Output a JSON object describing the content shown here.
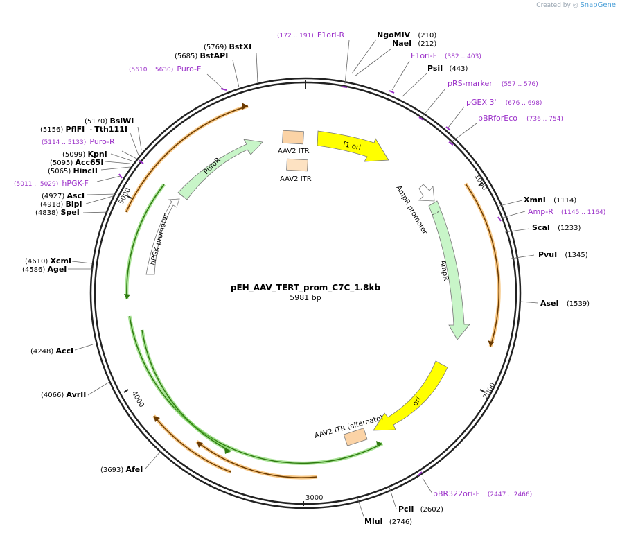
{
  "credit": {
    "prefix": "Created by",
    "brand": "SnapGene"
  },
  "map": {
    "name": "pEH_AAV_TERT_prom_C7C_1.8kb",
    "length_label": "5981 bp",
    "length_bp": 5981,
    "ticks": [
      "1000",
      "2000",
      "3000",
      "4000",
      "5000"
    ]
  },
  "colors": {
    "enzyme": "#000000",
    "primer": "#9b30c9",
    "feature_yellow": "#ffff00",
    "feature_green": "#c8f5c8",
    "feature_orange": "#fbd3a6",
    "feature_white": "#ffffff",
    "orf_orange": "#f0a030",
    "orf_green": "#45a020"
  },
  "enzymes": [
    {
      "name": "BstXI",
      "pos": "(5769)"
    },
    {
      "name": "BstAPI",
      "pos": "(5685)"
    },
    {
      "name": "NgoMIV",
      "pos": "(210)"
    },
    {
      "name": "NaeI",
      "pos": "(212)"
    },
    {
      "name": "PsiI",
      "pos": "(443)"
    },
    {
      "name": "BsiWI",
      "pos": "(5170)"
    },
    {
      "name": "PflFI",
      "pos": "(5156)"
    },
    {
      "name": "Tth111I",
      "pos": "- "
    },
    {
      "name": "KpnI",
      "pos": "(5099)"
    },
    {
      "name": "Acc65I",
      "pos": "(5095)"
    },
    {
      "name": "HincII",
      "pos": "(5065)"
    },
    {
      "name": "AscI",
      "pos": "(4927)"
    },
    {
      "name": "BlpI",
      "pos": "(4918)"
    },
    {
      "name": "SpeI",
      "pos": "(4838)"
    },
    {
      "name": "XcmI",
      "pos": "(4610)"
    },
    {
      "name": "AgeI",
      "pos": "(4586)"
    },
    {
      "name": "AccI",
      "pos": "(4248)"
    },
    {
      "name": "AvrII",
      "pos": "(4066)"
    },
    {
      "name": "AfeI",
      "pos": "(3693)"
    },
    {
      "name": "MluI",
      "pos": "(2746)"
    },
    {
      "name": "PciI",
      "pos": "(2602)"
    },
    {
      "name": "XmnI",
      "pos": "(1114)"
    },
    {
      "name": "ScaI",
      "pos": "(1233)"
    },
    {
      "name": "PvuI",
      "pos": "(1345)"
    },
    {
      "name": "AseI",
      "pos": "(1539)"
    }
  ],
  "primers": [
    {
      "name": "F1ori-R",
      "range": "(172 .. 191)"
    },
    {
      "name": "Puro-F",
      "range": "(5610 .. 5630)"
    },
    {
      "name": "F1ori-F",
      "range": "(382 .. 403)"
    },
    {
      "name": "pRS-marker",
      "range": "(557 .. 576)"
    },
    {
      "name": "pGEX 3'",
      "range": "(676 .. 698)"
    },
    {
      "name": "pBRforEco",
      "range": "(736 .. 754)"
    },
    {
      "name": "Puro-R",
      "range": "(5114 .. 5133)"
    },
    {
      "name": "hPGK-F",
      "range": "(5011 .. 5029)"
    },
    {
      "name": "Amp-R",
      "range": "(1145 .. 1164)"
    },
    {
      "name": "pBR322ori-F",
      "range": "(2447 .. 2466)"
    }
  ],
  "features": {
    "f1_ori": "f1 ori",
    "aav2_itr_1": "AAV2 ITR",
    "aav2_itr_2": "AAV2 ITR",
    "ampr_promoter": "AmpR promoter",
    "ampr": "AmpR",
    "ori": "ori",
    "aav2_itr_alt": "AAV2 ITR (alternate)",
    "hpgk_promoter": "hPGK promoter",
    "puror": "PuroR"
  }
}
